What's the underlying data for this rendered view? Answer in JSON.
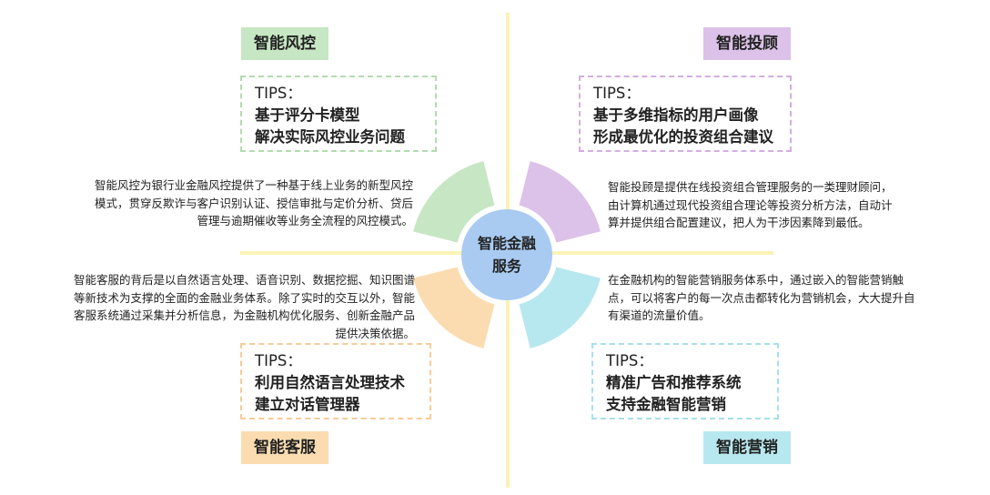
{
  "center": {
    "title": "智能金融服务"
  },
  "quadrants": {
    "risk": {
      "label": "智能风控",
      "tips_title": "TIPS：",
      "tips_lines": [
        "基于评分卡模型",
        "解决实际风控业务问题"
      ],
      "description": "智能风控为银行业金融风控提供了一种基于线上业务的新型风控模式，贯穿反欺诈与客户识别认证、授信审批与定价分析、贷后管理与逾期催收等业务全流程的风控模式。",
      "color": "#c7e6c3",
      "border": "#b3dcb0",
      "arc": "#c7e6c3"
    },
    "advisory": {
      "label": "智能投顾",
      "tips_title": "TIPS：",
      "tips_lines": [
        "基于多维指标的用户画像",
        "形成最优化的投资组合建议"
      ],
      "description": "智能投顾是提供在线投资组合管理服务的一类理财顾问，由计算机通过现代投资组合理论等投资分析方法，自动计算并提供组合配置建议，把人为干涉因素降到最低。",
      "color": "#dcc1e8",
      "border": "#d3aee2",
      "arc": "#dcc1e8"
    },
    "service": {
      "label": "智能客服",
      "tips_title": "TIPS：",
      "tips_lines": [
        "利用自然语言处理技术",
        "建立对话管理器"
      ],
      "description": "智能客服的背后是以自然语言处理、语音识别、数据挖掘、知识图谱等新技术为支撑的全面的金融业务体系。除了实时的交互以外，智能客服系统通过采集并分析信息，为金融机构优化服务、创新金融产品提供决策依据。",
      "color": "#fbdcb0",
      "border": "#f7cc99",
      "arc": "#fbdcb0"
    },
    "marketing": {
      "label": "智能营销",
      "tips_title": "TIPS：",
      "tips_lines": [
        "精准广告和推荐系统",
        "支持金融智能营销"
      ],
      "description": "在金融机构的智能营销服务体系中，通过嵌入的智能营销触点，可以将客户的每一次点击都转化为营销机会，大大提升自有渠道的流量价值。",
      "color": "#b7e8ef",
      "border": "#a6e0ea",
      "arc": "#b7e8ef"
    }
  }
}
